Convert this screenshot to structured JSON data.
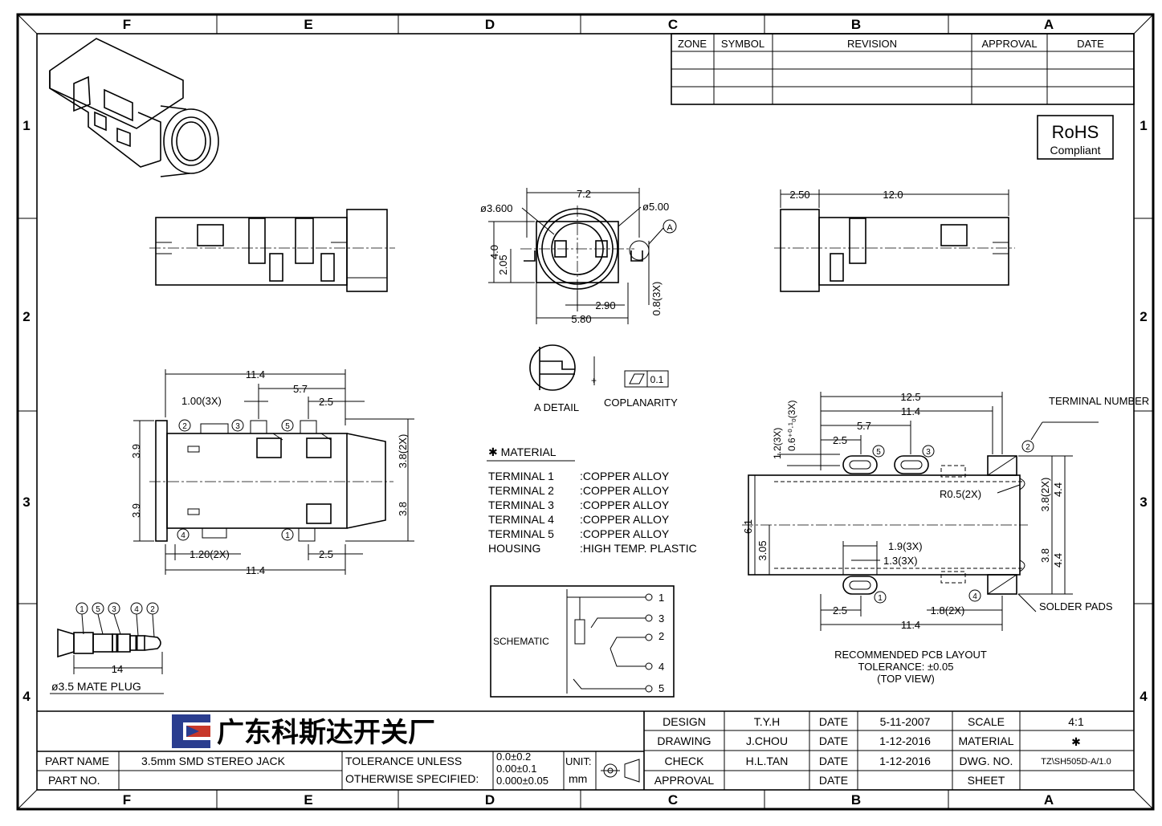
{
  "zones": {
    "columns": [
      "F",
      "E",
      "D",
      "C",
      "B",
      "A"
    ],
    "rows": [
      "1",
      "2",
      "3",
      "4"
    ]
  },
  "revision_table": {
    "headers": [
      "ZONE",
      "SYMBOL",
      "REVISION",
      "APPROVAL",
      "DATE"
    ]
  },
  "rohs": {
    "line1": "RoHS",
    "line2": "Compliant"
  },
  "front_view": {
    "dim_width": "7.2",
    "dim_bore": "ø3.600",
    "dim_outer": "ø5.00",
    "ref_a": "A",
    "dim_height": "4.0",
    "dim_center": "2.05",
    "dim_inner": "2.90",
    "dim_total": "5.80",
    "dim_pin": "0.8(3X)"
  },
  "side_view": {
    "dim_nose": "2.50",
    "dim_body": "12.0"
  },
  "detail": {
    "label": "A DETAIL",
    "coplanarity_label": "COPLANARITY",
    "tolerance": "0.1"
  },
  "top_view": {
    "dim_top": "11.4",
    "dim_57": "5.7",
    "dim_pins": "1.00(3X)",
    "dim_25_top": "2.5",
    "dim_left_top": "3.9",
    "dim_left_bottom": "3.9",
    "dim_right_top": "3.8(2X)",
    "dim_right_bottom": "3.8",
    "dim_pins_bottom": "1.20(2X)",
    "dim_25_bottom": "2.5",
    "dim_bottom": "11.4",
    "terminals": [
      "2",
      "3",
      "5",
      "4",
      "1"
    ]
  },
  "material": {
    "title": "✱ MATERIAL",
    "rows": [
      {
        "name": "TERMINAL 1",
        "value": ":COPPER  ALLOY"
      },
      {
        "name": "TERMINAL 2",
        "value": ":COPPER  ALLOY"
      },
      {
        "name": "TERMINAL 3",
        "value": ":COPPER  ALLOY"
      },
      {
        "name": "TERMINAL 4",
        "value": ":COPPER  ALLOY"
      },
      {
        "name": "TERMINAL 5",
        "value": ":COPPER  ALLOY"
      },
      {
        "name": "HOUSING",
        "value": ":HIGH  TEMP.  PLASTIC"
      }
    ]
  },
  "schematic": {
    "label": "SCHEMATIC",
    "pins": [
      "1",
      "3",
      "2",
      "4",
      "5"
    ]
  },
  "plug": {
    "label": "ø3.5 MATE PLUG",
    "dim": "14",
    "pins": [
      "1",
      "5",
      "3",
      "4",
      "2"
    ]
  },
  "pcb": {
    "dim_125": "12.5",
    "dim_114_top": "11.4",
    "dim_57": "5.7",
    "dim_25_top": "2.5",
    "dim_12": "1.2(3X)",
    "dim_06": "0.6⁺⁰·¹₀(3X)",
    "terminal_number": "TERMINAL NUMBER",
    "dim_r": "R0.5(2X)",
    "dim_38_2x": "3.8(2X)",
    "dim_44_top": "4.4",
    "dim_61": "6.1",
    "dim_305": "3.05",
    "dim_19": "1.9(3X)",
    "dim_13": "1.3(3X)",
    "dim_38": "3.8",
    "dim_44_bottom": "4.4",
    "dim_25_bottom": "2.5",
    "dim_18": "1.8(2X)",
    "dim_114_bottom": "11.4",
    "solder_pads": "SOLDER PADS",
    "caption_1": "RECOMMENDED PCB LAYOUT",
    "caption_2": "TOLERANCE: ±0.05",
    "caption_3": "(TOP VIEW)",
    "terminals": [
      "5",
      "3",
      "2",
      "1",
      "4"
    ]
  },
  "title_block": {
    "company": "广东科斯达开关厂",
    "part_name_label": "PART NAME",
    "part_name": "3.5mm SMD STEREO JACK",
    "part_no_label": "PART NO.",
    "tolerance_label": "TOLERANCE UNLESS",
    "otherwise_label": "OTHERWISE SPECIFIED:",
    "tol_1": "0.0±0.2",
    "tol_2": "0.00±0.1",
    "tol_3": "0.000±0.05",
    "unit_label": "UNIT:",
    "unit": "mm",
    "design_label": "DESIGN",
    "design": "T.Y.H",
    "drawing_label": "DRAWING",
    "drawing": "J.CHOU",
    "check_label": "CHECK",
    "check": "H.L.TAN",
    "approval_label": "APPROVAL",
    "date_label": "DATE",
    "date_1": "5-11-2007",
    "date_2": "1-12-2016",
    "date_3": "1-12-2016",
    "scale_label": "SCALE",
    "scale": "4:1",
    "material_label": "MATERIAL",
    "material": "✱",
    "dwg_label": "DWG. NO.",
    "dwg": "TZ\\SH505D-A/1.0",
    "sheet_label": "SHEET"
  }
}
